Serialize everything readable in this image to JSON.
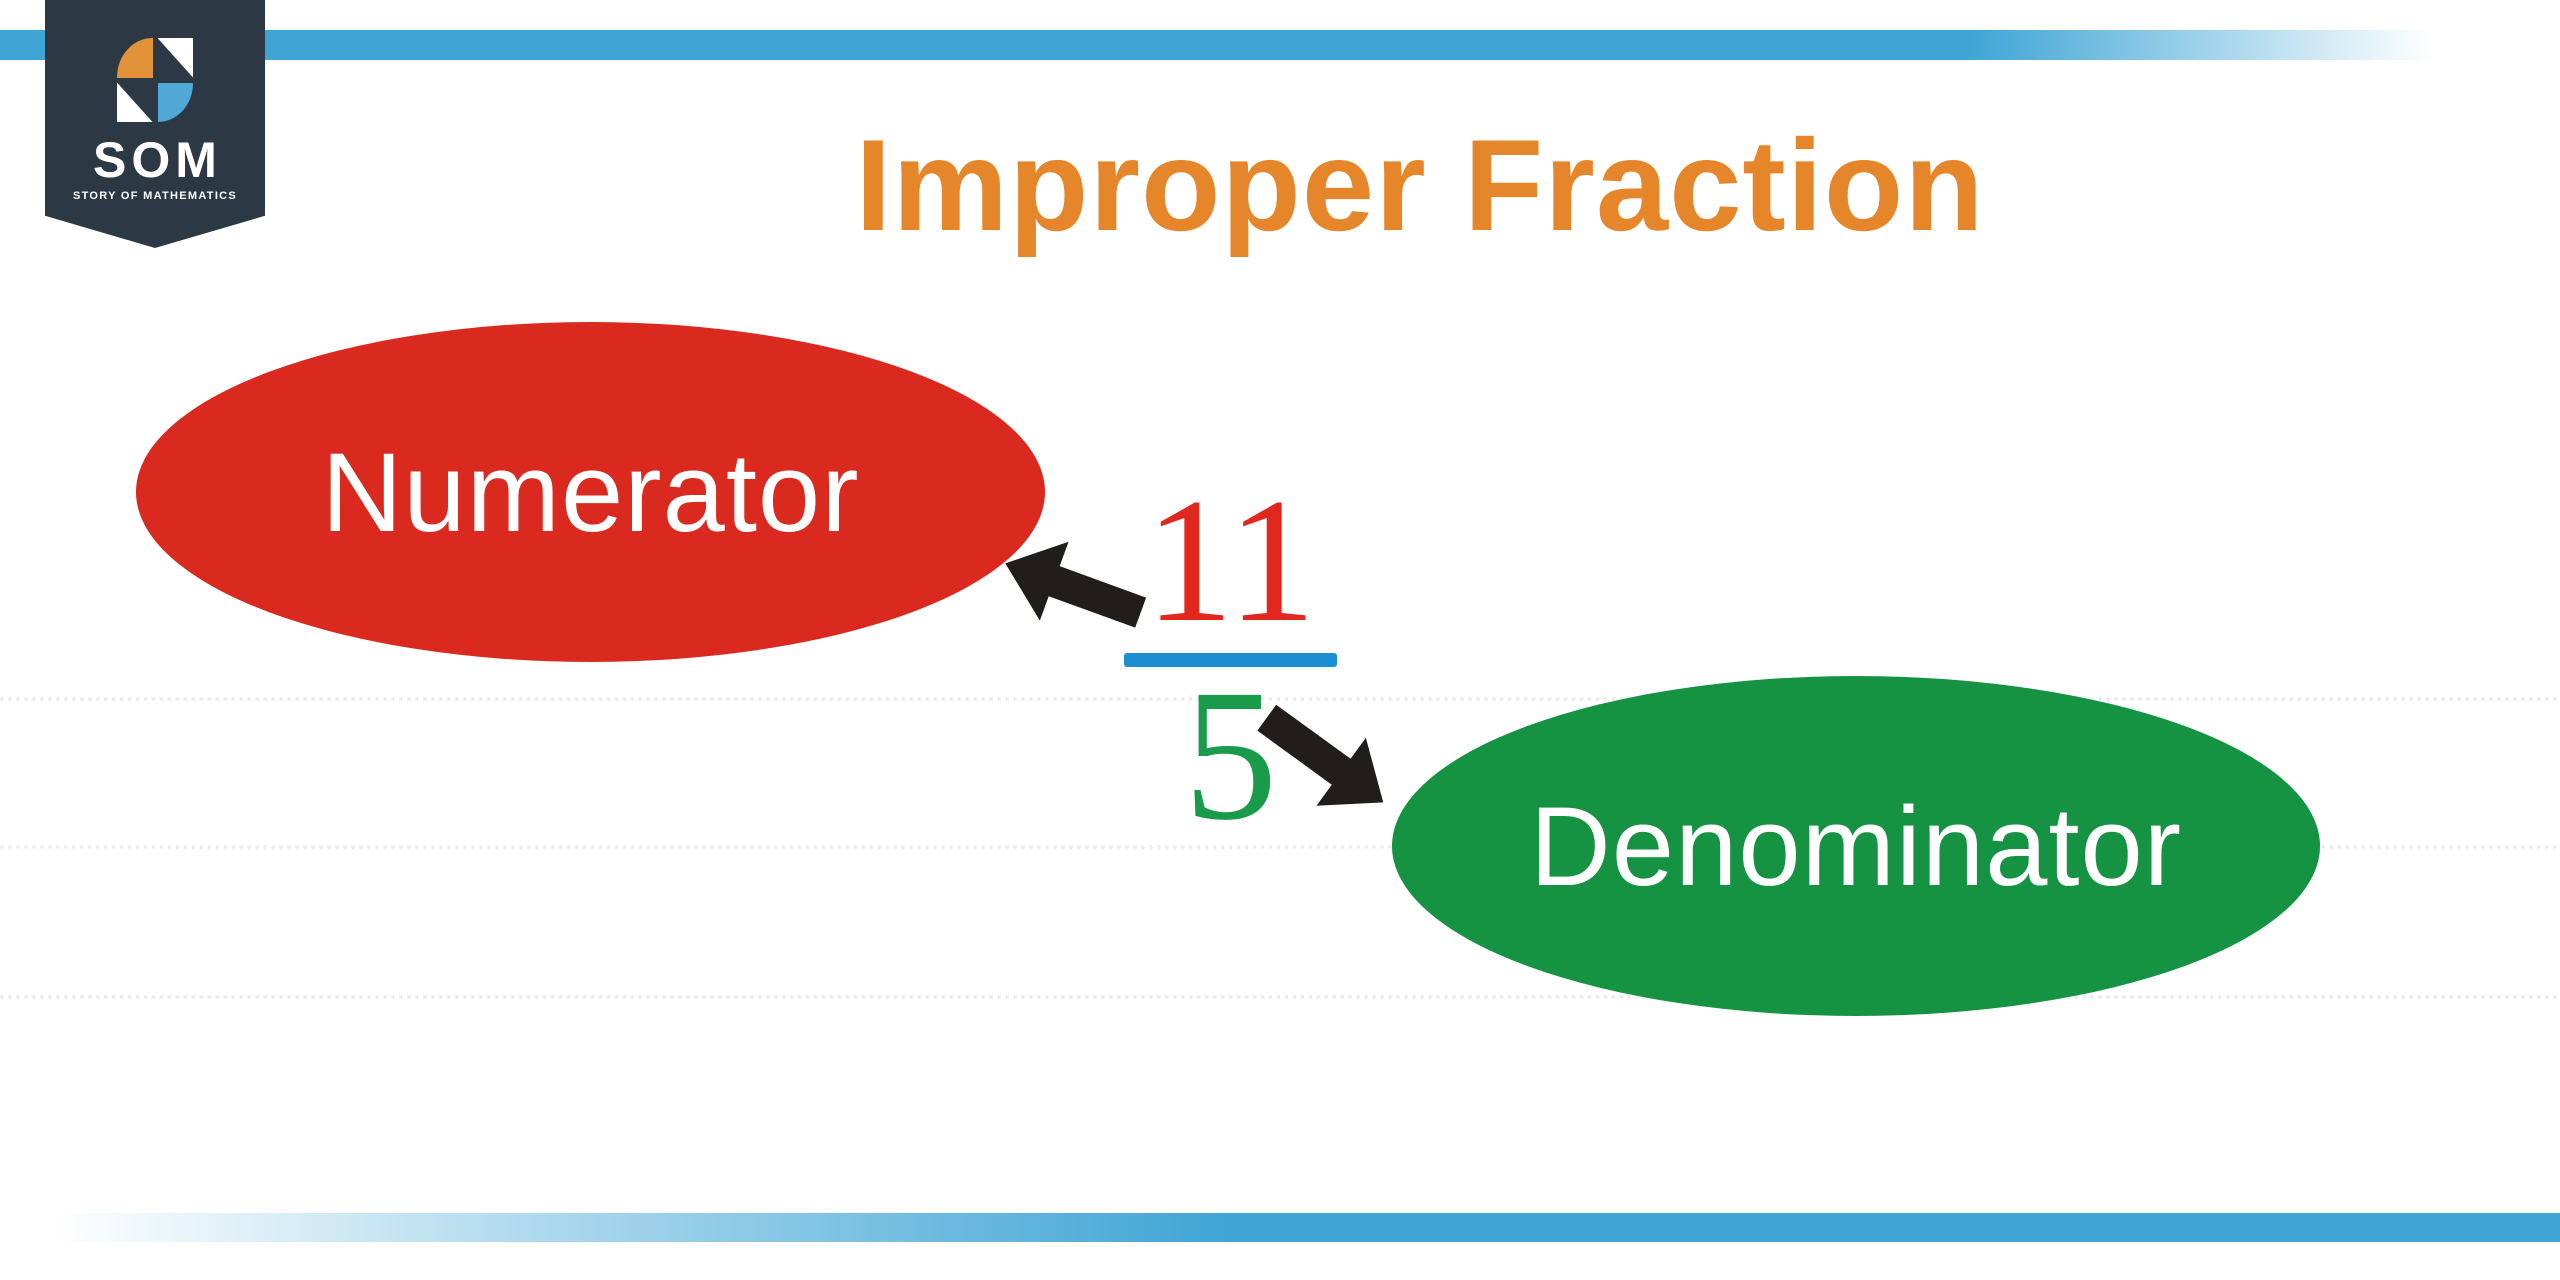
{
  "brand": {
    "name": "SOM",
    "tagline": "STORY OF MATHEMATICS"
  },
  "title": {
    "text": "Improper Fraction"
  },
  "diagram": {
    "numerator_label": "Numerator",
    "denominator_label": "Denominator",
    "fraction": {
      "numerator": "11",
      "denominator": "5"
    }
  },
  "colors": {
    "stripe_blue": "#3fa5d5",
    "badge_navy": "#2c3944",
    "icon_orange": "#e29238",
    "icon_blue": "#4fa8d6",
    "title_orange": "#e6862b",
    "numerator_ellipse_red": "#da2a20",
    "denominator_ellipse_green": "#169243",
    "fraction_numerator_red": "#e0281e",
    "fraction_denominator_green": "#1a9b4b",
    "fraction_bar_blue": "#1b8fd2",
    "arrow_black": "#201d1b",
    "label_text_white": "#ffffff"
  }
}
